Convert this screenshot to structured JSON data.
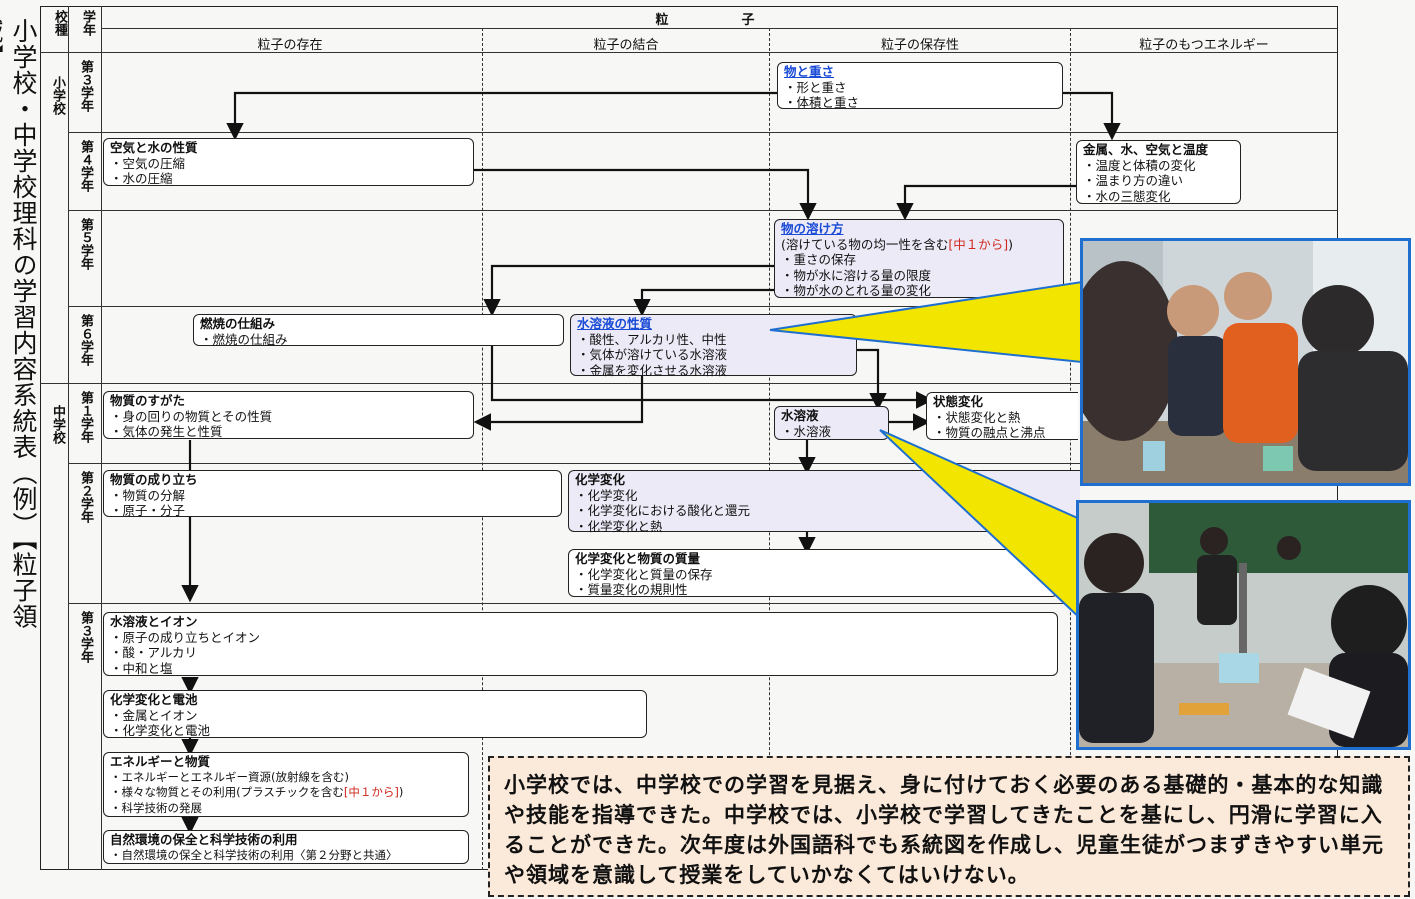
{
  "side_title": "小学校・中学校理科の学習内容系統表（例）【粒子領域】",
  "header": {
    "school_type": "校種",
    "grade": "学年",
    "domain": "粒　子",
    "columns": [
      "粒子の存在",
      "粒子の結合",
      "粒子の保存性",
      "粒子のもつエネルギー"
    ]
  },
  "schools": {
    "elementary": "小学校",
    "junior_high": "中学校"
  },
  "grades": {
    "e3": "第３学年",
    "e4": "第４学年",
    "e5": "第５学年",
    "e6": "第６学年",
    "j1": "第１学年",
    "j2": "第２学年",
    "j3": "第３学年"
  },
  "units": {
    "mono_omosa": {
      "title": "物と重さ",
      "items": [
        "・形と重さ",
        "・体積と重さ"
      ]
    },
    "kuuki_mizu": {
      "title": "空気と水の性質",
      "items": [
        "・空気の圧縮",
        "・水の圧縮"
      ]
    },
    "kinzoku": {
      "title": "金属、水、空気と温度",
      "items": [
        "・温度と体積の変化",
        "・温まり方の違い",
        "・水の三態変化"
      ]
    },
    "tokekata": {
      "title": "物の溶け方",
      "sub_a": "(溶けている物の均一性を含む",
      "sub_red": "[中１から]",
      "sub_b": ")",
      "items": [
        "・重さの保存",
        "・物が水に溶ける量の限度",
        "・物が水のとれる量の変化"
      ]
    },
    "nenshou": {
      "title": "燃焼の仕組み",
      "items": [
        "・燃焼の仕組み"
      ]
    },
    "suiyoueki_seishitsu": {
      "title": "水溶液の性質",
      "items": [
        "・酸性、アルカリ性、中性",
        "・気体が溶けている水溶液",
        "・金属を変化させる水溶液"
      ]
    },
    "busshitsu_sugata": {
      "title": "物質のすがた",
      "items": [
        "・身の回りの物質とその性質",
        "・気体の発生と性質"
      ]
    },
    "suiyoueki": {
      "title": "水溶液",
      "items": [
        "・水溶液"
      ]
    },
    "joutai": {
      "title": "状態変化",
      "items": [
        "・状態変化と熱",
        "・物質の融点と沸点"
      ]
    },
    "naritachi": {
      "title": "物質の成り立ち",
      "items": [
        "・物質の分解",
        "・原子・分子"
      ]
    },
    "kagaku_henka": {
      "title": "化学変化",
      "items": [
        "・化学変化",
        "・化学変化における酸化と還元",
        "・化学変化と熱"
      ]
    },
    "shitsuryou": {
      "title": "化学変化と物質の質量",
      "items": [
        "・化学変化と質量の保存",
        "・質量変化の規則性"
      ]
    },
    "ion": {
      "title": "水溶液とイオン",
      "items": [
        "・原子の成り立ちとイオン",
        "・酸・アルカリ",
        "・中和と塩"
      ]
    },
    "denchi": {
      "title": "化学変化と電池",
      "items": [
        "・金属とイオン",
        "・化学変化と電池"
      ]
    },
    "energy": {
      "title": "エネルギーと物質",
      "item1": "・エネルギーとエネルギー資源(放射線を含む)",
      "item2a": "・様々な物質とその利用(プラスチックを含む",
      "item2red": "[中１から]",
      "item2b": ")",
      "item3": "・科学技術の発展"
    },
    "shizen": {
      "title": "自然環境の保全と科学技術の利用",
      "items": [
        "・自然環境の保全と科学技術の利用〈第２分野と共通〉"
      ]
    }
  },
  "note": "小学校では、中学校での学習を見据え、身に付けておく必要のある基礎的・基本的な知識や技能を指導できた。中学校では、小学校で学習してきたことを基にし、円滑に学習に入ることができた。次年度は外国語科でも系統図を作成し、児童生徒がつまずきやすい単元や領域を意識して授業をしていかなくてはいけない。",
  "colors": {
    "accent_blue": "#1a4bd6",
    "red_note": "#d0281e",
    "callout_yellow": "#f2e600",
    "photo_border": "#1e6fd0",
    "note_bg": "#fbe9d9"
  }
}
